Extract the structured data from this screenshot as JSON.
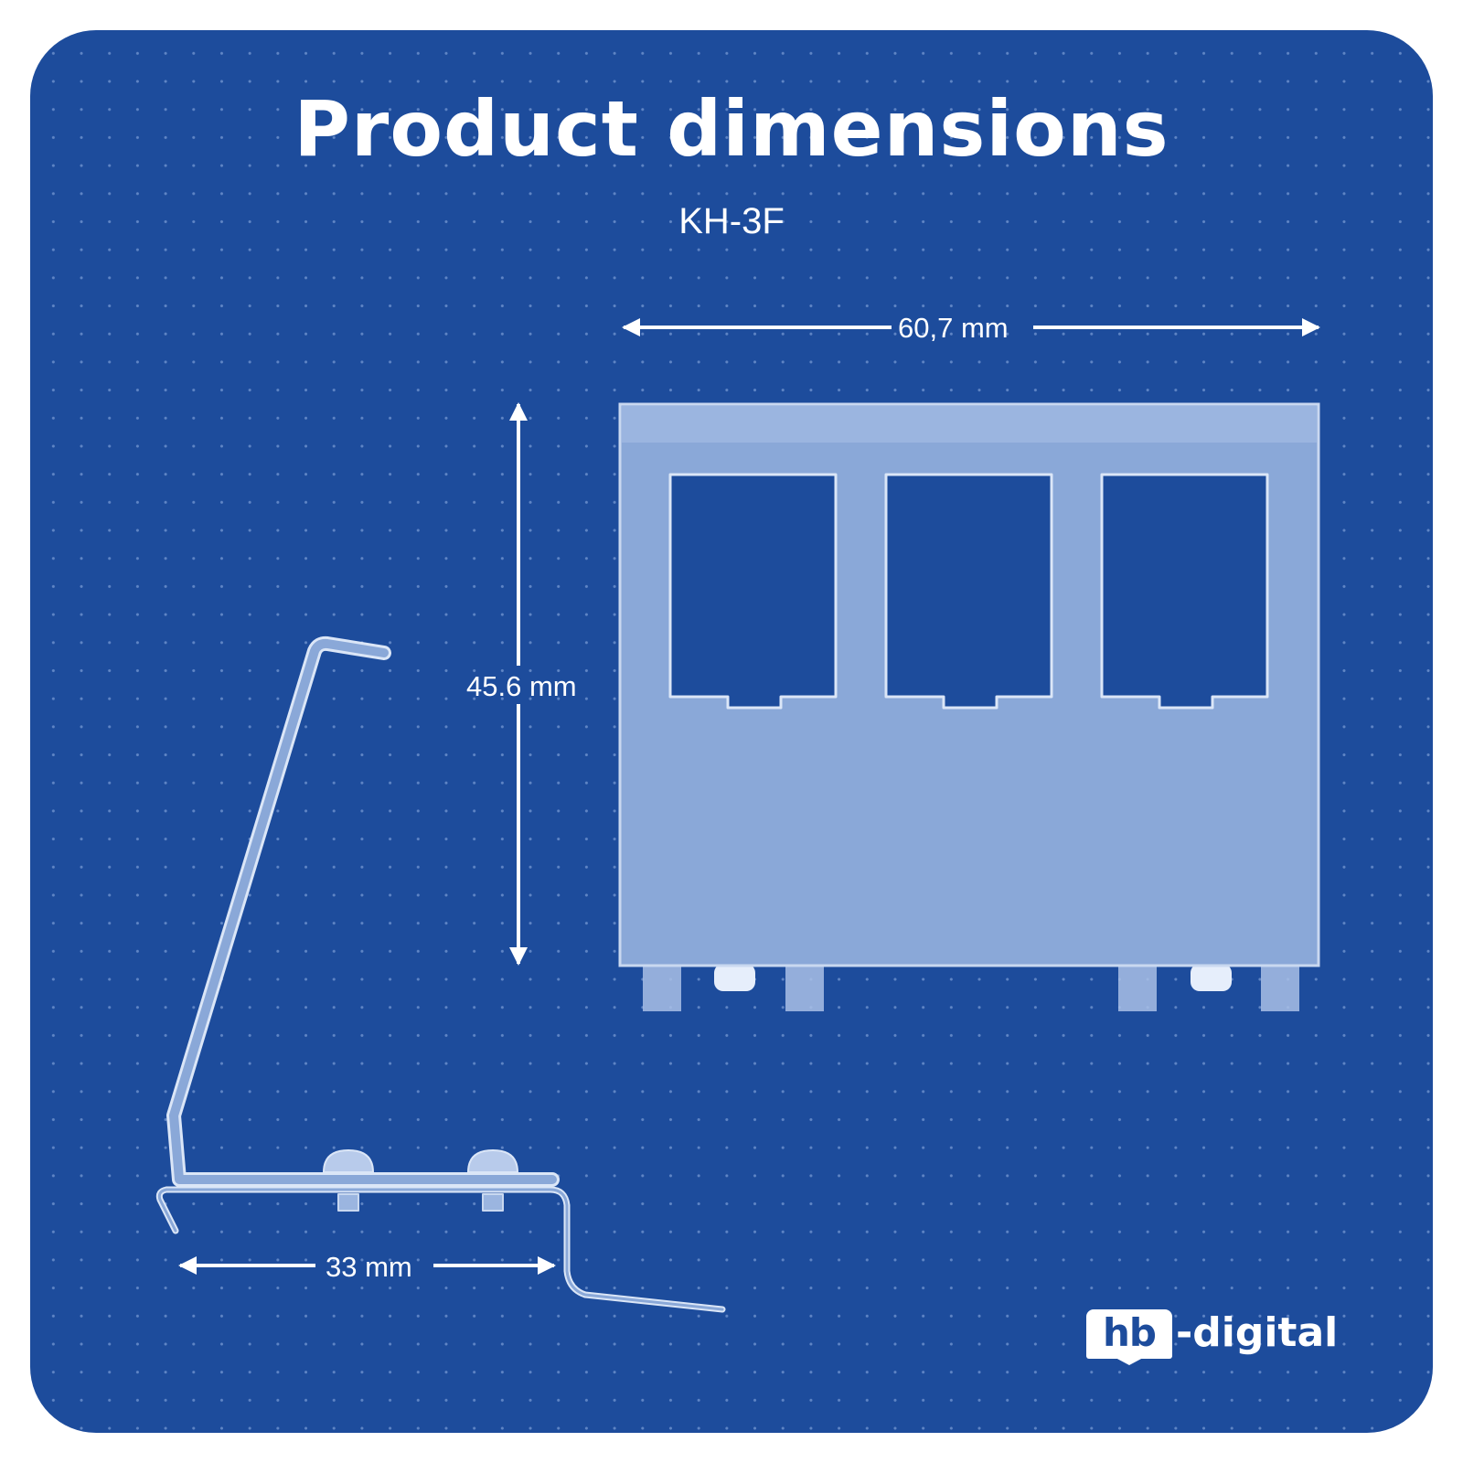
{
  "header": {
    "title": "Product dimensions",
    "model": "KH-3F"
  },
  "dimensions": {
    "width_label": "60,7 mm",
    "height_label": "45.6 mm",
    "depth_label": "33 mm"
  },
  "front_view": {
    "port_openings": 3,
    "mounting_tabs": 4,
    "screw_bumps": 2
  },
  "side_view": {
    "screws": 2
  },
  "brand": {
    "logo_box": "hb",
    "logo_text": "-digital"
  },
  "colors": {
    "background": "#1d4c9c",
    "part_fill": "#8aa8d8",
    "foreground": "#ffffff"
  }
}
